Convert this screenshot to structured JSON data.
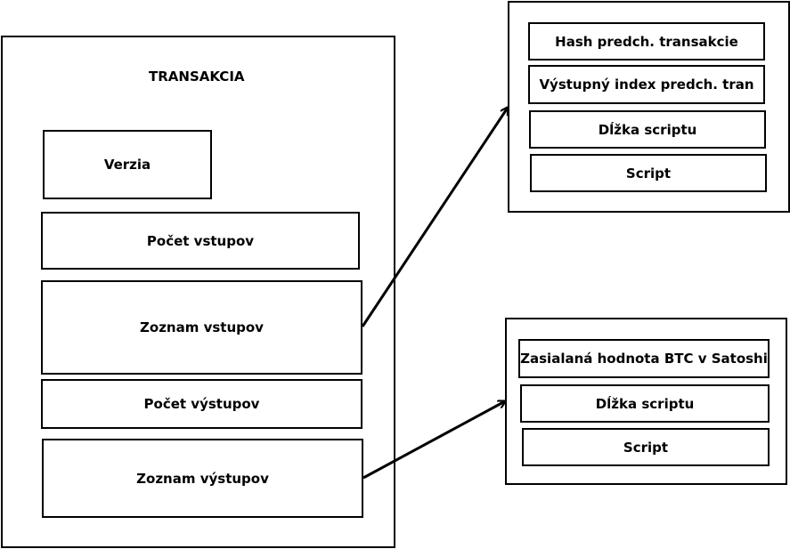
{
  "transaction": {
    "title": "TRANSAKCIA",
    "fields": {
      "version": "Verzia",
      "input_count": "Počet vstupov",
      "input_list": "Zoznam vstupov",
      "output_count": "Počet výstupov",
      "output_list": "Zoznam výstupov"
    }
  },
  "input_detail": {
    "fields": {
      "prev_tx_hash": "Hash predch. transakcie",
      "prev_output_index": "Výstupný index predch. tran",
      "script_length": "Dĺžka scriptu",
      "script": "Script"
    }
  },
  "output_detail": {
    "fields": {
      "value": "Zasialaná hodnota BTC v Satoshi",
      "script_length": "Dĺžka scriptu",
      "script": "Script"
    }
  }
}
